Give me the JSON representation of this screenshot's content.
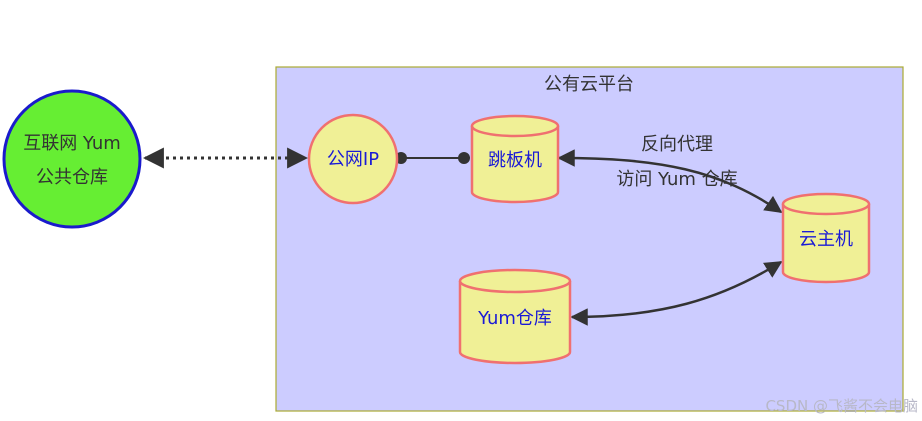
{
  "platform": {
    "title": "公有云平台"
  },
  "internet_yum": {
    "line1": "互联网 Yum",
    "line2": "公共仓库"
  },
  "public_ip": {
    "label": "公网IP"
  },
  "jump_host": {
    "label": "跳板机"
  },
  "cloud_host": {
    "label": "云主机"
  },
  "yum_repo": {
    "label": "Yum仓库"
  },
  "proxy_edge": {
    "line1": "反向代理",
    "line2": "访问 Yum 仓库"
  },
  "watermark": "CSDN @飞酱不会电脑",
  "colors": {
    "platform_fill": "#ccccff",
    "platform_border": "#aaaa33",
    "internet_fill": "#66ee33",
    "internet_border": "#1a1acc",
    "node_fill": "#f0f096",
    "node_border": "#f07070",
    "edge": "#333333",
    "node_text": "#1a1ad6"
  }
}
